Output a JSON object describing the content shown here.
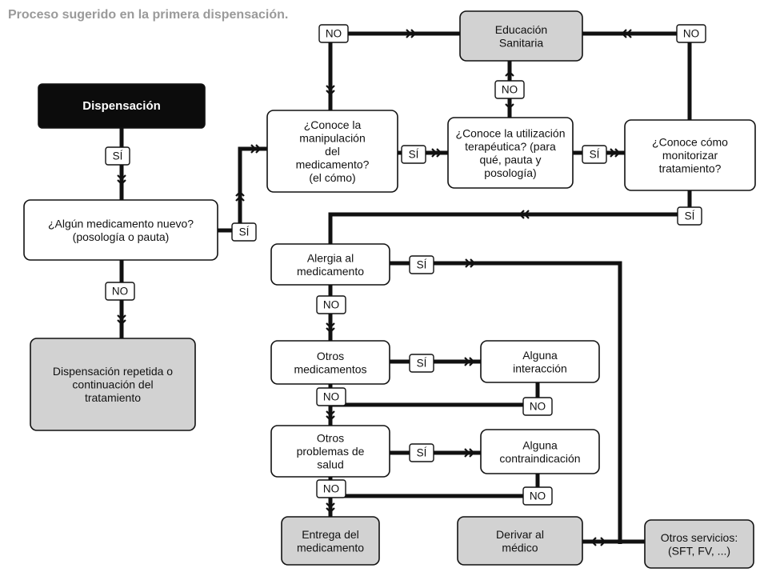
{
  "title": "Proceso sugerido en la primera dispensación.",
  "colors": {
    "line": "#111111",
    "box_white": "#ffffff",
    "box_gray": "#d2d2d2",
    "box_black": "#0c0c0c",
    "title_gray": "#9a9a9a"
  },
  "boxes": {
    "dispensacion": "Dispensación",
    "medicamento_nuevo": "¿Algún medicamento nuevo?\n(posología o pauta)",
    "dispensacion_repetida": "Dispensación repetida o\ncontinuación del\ntratamiento",
    "conoce_manipulacion": "¿Conoce la\nmanipulación\ndel\nmedicamento?\n(el cómo)",
    "educacion_sanitaria": "Educación\nSanitaria",
    "conoce_utilizacion": "¿Conoce la utilización\nterapéutica? (para\nqué, pauta y\nposología)",
    "conoce_monitorizar": "¿Conoce cómo\nmonitorizar\ntratamiento?",
    "alergia": "Alergia al\nmedicamento",
    "otros_medicamentos": "Otros\nmedicamentos",
    "alguna_interaccion": "Alguna\ninteracción",
    "otros_problemas": "Otros\nproblemas de\nsalud",
    "alguna_contraindicacion": "Alguna\ncontraindicación",
    "entrega": "Entrega del\nmedicamento",
    "derivar": "Derivar al\nmédico",
    "otros_servicios": "Otros servicios:\n(SFT, FV, ...)"
  },
  "labels": {
    "si": "SÍ",
    "no": "NO"
  }
}
